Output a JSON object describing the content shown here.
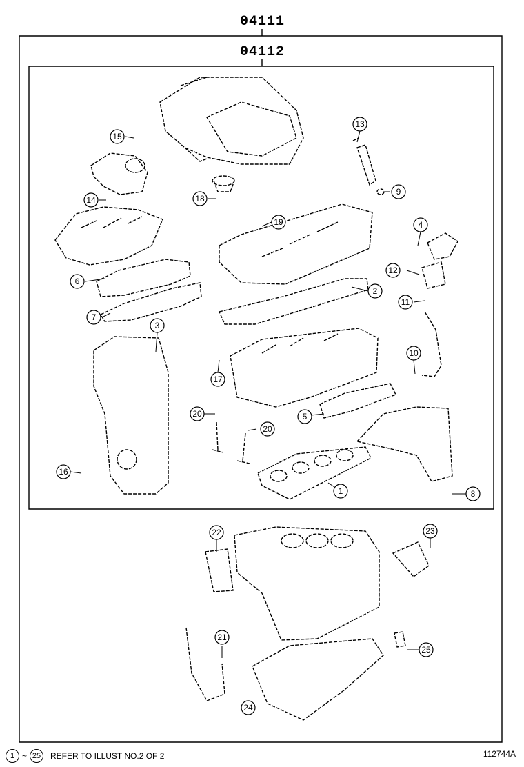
{
  "outer_group_code": "04111",
  "inner_group_code": "04112",
  "footer": {
    "range_start": "1",
    "range_sep": "~",
    "range_end": "25",
    "note": "REFER TO ILLUST NO.2 OF 2",
    "drawing_code": "112744A"
  },
  "callouts": [
    {
      "id": "c1",
      "label": "1"
    },
    {
      "id": "c2",
      "label": "2"
    },
    {
      "id": "c3",
      "label": "3"
    },
    {
      "id": "c4",
      "label": "4"
    },
    {
      "id": "c5",
      "label": "5"
    },
    {
      "id": "c6",
      "label": "6"
    },
    {
      "id": "c7",
      "label": "7"
    },
    {
      "id": "c8",
      "label": "8"
    },
    {
      "id": "c9",
      "label": "9"
    },
    {
      "id": "c10",
      "label": "10"
    },
    {
      "id": "c11",
      "label": "11"
    },
    {
      "id": "c12",
      "label": "12"
    },
    {
      "id": "c13",
      "label": "13"
    },
    {
      "id": "c14",
      "label": "14"
    },
    {
      "id": "c15",
      "label": "15"
    },
    {
      "id": "c16",
      "label": "16"
    },
    {
      "id": "c17",
      "label": "17"
    },
    {
      "id": "c18",
      "label": "18"
    },
    {
      "id": "c19",
      "label": "19"
    },
    {
      "id": "c20a",
      "label": "20"
    },
    {
      "id": "c20b",
      "label": "20"
    },
    {
      "id": "c21",
      "label": "21"
    },
    {
      "id": "c22",
      "label": "22"
    },
    {
      "id": "c23",
      "label": "23"
    },
    {
      "id": "c24",
      "label": "24"
    },
    {
      "id": "c25",
      "label": "25"
    }
  ]
}
